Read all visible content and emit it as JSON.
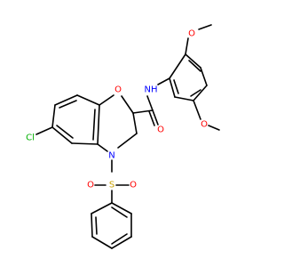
{
  "molecule": {
    "atoms": [
      {
        "id": "me1",
        "text": "",
        "color": "#000000"
      },
      {
        "id": "o_ome1",
        "text": "O",
        "color": "#ff0000"
      },
      {
        "id": "nh",
        "text": "NH",
        "color": "#0000ff"
      },
      {
        "id": "o_ring",
        "text": "O",
        "color": "#ff0000"
      },
      {
        "id": "o_amide",
        "text": "O",
        "color": "#ff0000"
      },
      {
        "id": "o_ome2",
        "text": "O",
        "color": "#ff0000"
      },
      {
        "id": "cl",
        "text": "Cl",
        "color": "#00b000"
      },
      {
        "id": "n_ring",
        "text": "N",
        "color": "#0000ff"
      },
      {
        "id": "s",
        "text": "S",
        "color": "#c8a000"
      },
      {
        "id": "o_s1",
        "text": "O",
        "color": "#ff0000"
      },
      {
        "id": "o_s2",
        "text": "O",
        "color": "#ff0000"
      }
    ],
    "bond_color": "#000000"
  }
}
